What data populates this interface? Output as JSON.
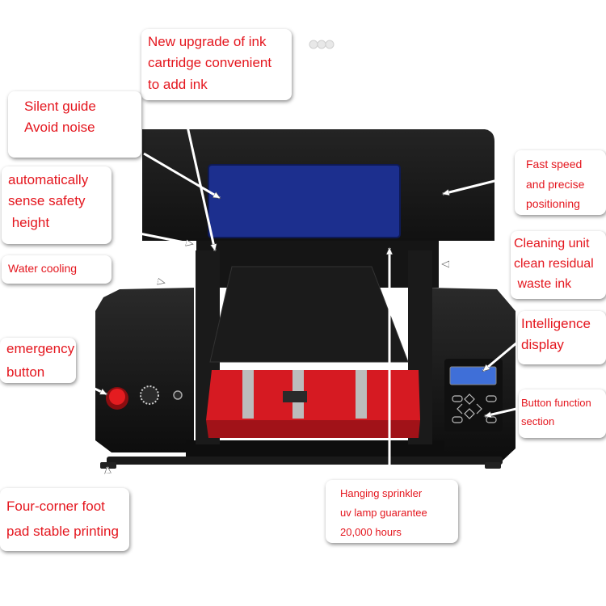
{
  "colors": {
    "label_text": "#e4161e",
    "printer_body": "#141414",
    "window": "#1c2f8e",
    "tray": "#d61a22",
    "display_screen": "#3f6fd8"
  },
  "callouts": {
    "ink_cartridge": [
      "New upgrade of ink",
      "cartridge convenient",
      "to add ink"
    ],
    "silent_guide": [
      "Silent guide",
      "Avoid noise"
    ],
    "safety_height": [
      "automatically",
      "sense safety",
      " height"
    ],
    "water_cooling": [
      "Water cooling"
    ],
    "emergency": [
      "emergency",
      "button"
    ],
    "foot_pad": [
      "Four-corner foot",
      "pad stable printing"
    ],
    "fast_speed": [
      "Fast speed",
      "and precise",
      "positioning"
    ],
    "cleaning_unit": [
      "Cleaning unit",
      "clean residual",
      " waste ink"
    ],
    "intelligence_display": [
      "Intelligence",
      "display"
    ],
    "button_function": [
      "Button function",
      "section"
    ],
    "sprinkler": [
      "Hanging sprinkler",
      "uv lamp guarantee",
      "20,000 hours"
    ]
  }
}
